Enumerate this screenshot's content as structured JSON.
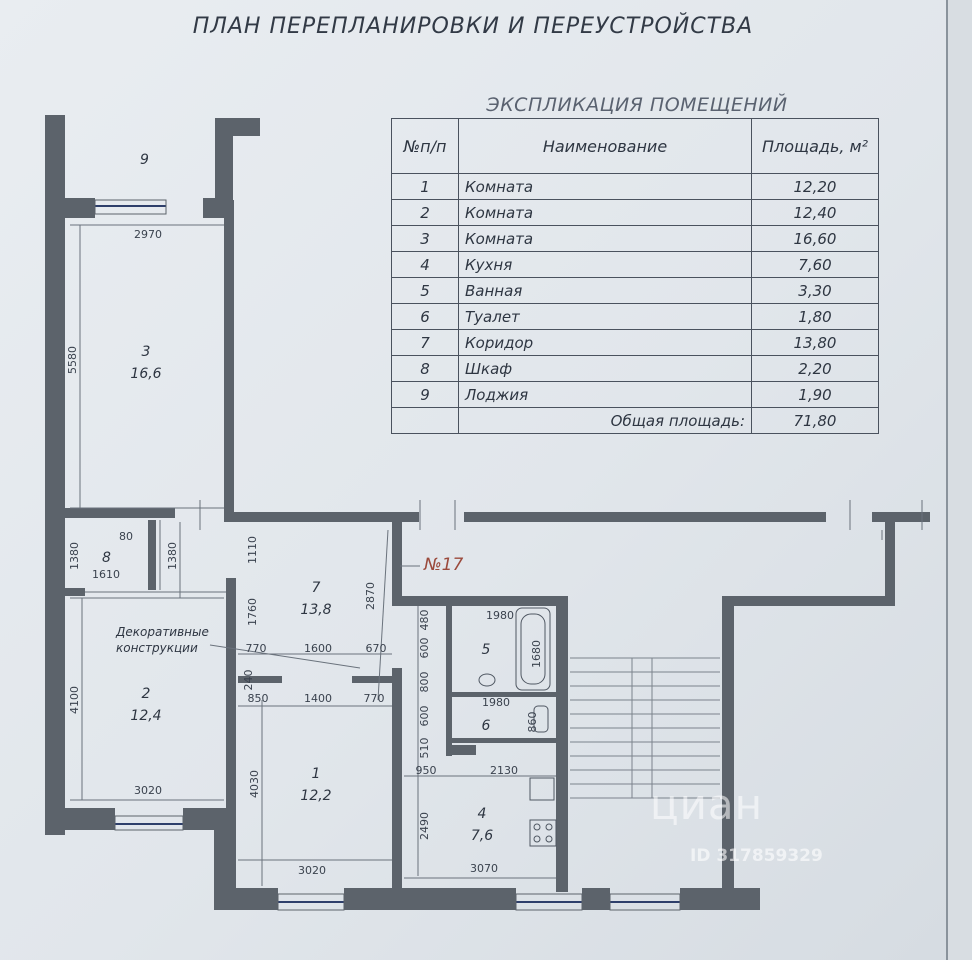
{
  "plan_title": "ПЛАН ПЕРЕПЛАНИРОВКИ И ПЕРЕУСТРОЙСТВА",
  "explication": {
    "title": "ЭКСПЛИКАЦИЯ ПОМЕЩЕНИЙ",
    "headers": {
      "num": "№п/п",
      "name": "Наименование",
      "area": "Площадь, м²"
    },
    "rows": [
      {
        "num": "1",
        "name": "Комната",
        "area": "12,20"
      },
      {
        "num": "2",
        "name": "Комната",
        "area": "12,40"
      },
      {
        "num": "3",
        "name": "Комната",
        "area": "16,60"
      },
      {
        "num": "4",
        "name": "Кухня",
        "area": "7,60"
      },
      {
        "num": "5",
        "name": "Ванная",
        "area": "3,30"
      },
      {
        "num": "6",
        "name": "Туалет",
        "area": "1,80"
      },
      {
        "num": "7",
        "name": "Коридор",
        "area": "13,80"
      },
      {
        "num": "8",
        "name": "Шкаф",
        "area": "2,20"
      },
      {
        "num": "9",
        "name": "Лоджия",
        "area": "1,90"
      }
    ],
    "total_label": "Общая площадь:",
    "total_value": "71,80"
  },
  "rooms": {
    "r1": {
      "num": "1",
      "area": "12,2"
    },
    "r2": {
      "num": "2",
      "area": "12,4"
    },
    "r3": {
      "num": "3",
      "area": "16,6"
    },
    "r4": {
      "num": "4",
      "area": "7,6"
    },
    "r5": {
      "num": "5"
    },
    "r6": {
      "num": "6"
    },
    "r7": {
      "num": "7",
      "area": "13,8"
    },
    "r8": {
      "num": "8"
    },
    "r9": {
      "num": "9"
    }
  },
  "apartment_label": "№17",
  "decor_note": [
    "Декоративные",
    "конструкции"
  ],
  "dimensions": {
    "d2970": "2970",
    "d5580": "5580",
    "d80": "80",
    "d1380a": "1380",
    "d1380b": "1380",
    "d1610": "1610",
    "d1110": "1110",
    "d2870": "2870",
    "d1760": "1760",
    "d770a": "770",
    "d1600": "1600",
    "d670": "670",
    "d240": "240",
    "d850": "850",
    "d1400": "1400",
    "d770b": "770",
    "d4100": "4100",
    "d3020a": "3020",
    "d4030": "4030",
    "d3020b": "3020",
    "d1980a": "1980",
    "d480": "480",
    "d600a": "600",
    "d1680": "1680",
    "d800": "800",
    "d1980b": "1980",
    "d600b": "600",
    "d860": "860",
    "d510": "510",
    "d950": "950",
    "d2130": "2130",
    "d2490": "2490",
    "d3070": "3070"
  },
  "watermark": {
    "brand": "циан",
    "id": "ID 317859329"
  },
  "colors": {
    "paper": "#e5e9ed",
    "wall": "#5c636b",
    "ink": "#2e3642",
    "apt_label": "#9b4a3c"
  }
}
